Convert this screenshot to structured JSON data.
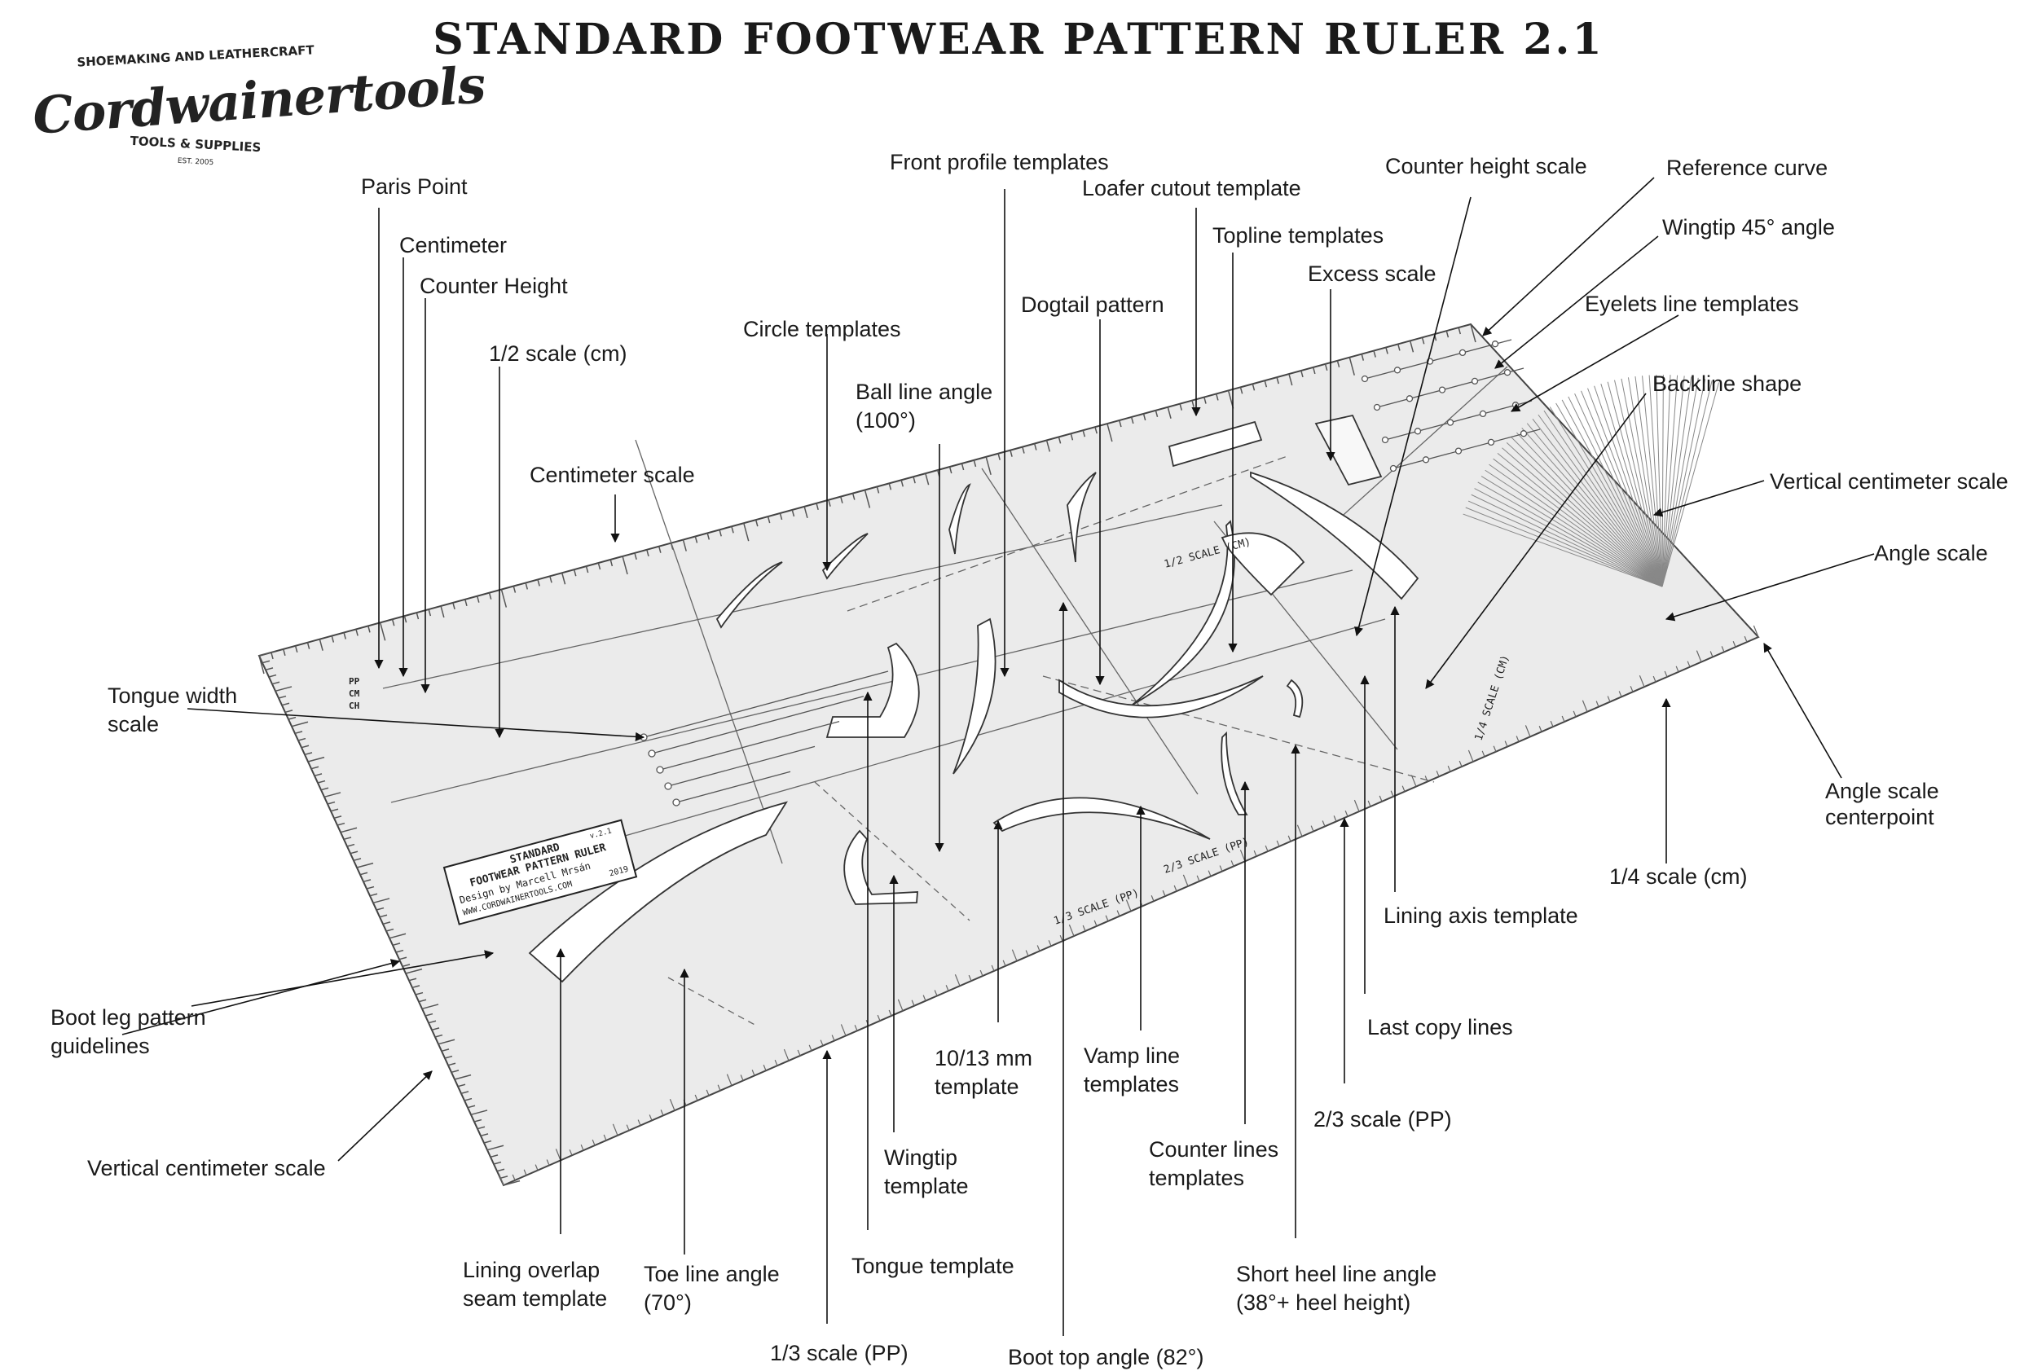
{
  "title": "STANDARD FOOTWEAR PATTERN RULER 2.1",
  "logo": {
    "tagline_top": "SHOEMAKING AND LEATHERCRAFT",
    "brand": "Cordwainertools",
    "tagline_bottom": "TOOLS & SUPPLIES",
    "est": "EST. 2005"
  },
  "ruler_plate": {
    "name_line1": "STANDARD",
    "name_line2": "FOOTWEAR PATTERN RULER",
    "version": "v.2.1",
    "design_credit": "Design by Marcell Mrsán",
    "website": "WWW.CORDWAINERTOOLS.COM",
    "year": "2019",
    "half_scale_label": "1/2 SCALE (CM)",
    "third_scale_label": "1/3 SCALE (PP)",
    "two_third_scale_label": "2/3 SCALE (PP)",
    "quarter_scale_label": "1/4 SCALE (CM)",
    "pp_label": "PP",
    "cm_label": "CM",
    "ch_label": "CH"
  },
  "callouts": {
    "paris_point": "Paris Point",
    "centimeter": "Centimeter",
    "counter_height": "Counter Height",
    "half_scale": "1/2 scale (cm)",
    "centimeter_scale": "Centimeter scale",
    "circle_templates": "Circle templates",
    "ball_line_1": "Ball line angle",
    "ball_line_2": "(100°)",
    "front_profile": "Front profile templates",
    "loafer_cutout": "Loafer cutout template",
    "dogtail": "Dogtail pattern",
    "topline": "Topline templates",
    "excess_scale": "Excess scale",
    "counter_height_scale": "Counter height scale",
    "reference_curve": "Reference curve",
    "wingtip_45": "Wingtip 45° angle",
    "eyelets_line": "Eyelets line templates",
    "backline_shape": "Backline shape",
    "vertical_cm_scale_right": "Vertical centimeter scale",
    "angle_scale": "Angle scale",
    "angle_centerpoint_1": "Angle scale",
    "angle_centerpoint_2": "centerpoint",
    "quarter_scale": "1/4 scale (cm)",
    "lining_axis": "Lining axis template",
    "last_copy": "Last copy lines",
    "two_third_pp": "2/3 scale (PP)",
    "short_heel_1": "Short heel line angle",
    "short_heel_2": "(38°+ heel height)",
    "counter_lines_1": "Counter lines",
    "counter_lines_2": "templates",
    "boot_top": "Boot top angle (82°)",
    "vamp_line_1": "Vamp line",
    "vamp_line_2": "templates",
    "ten_thirteen_1": "10/13 mm",
    "ten_thirteen_2": "template",
    "wingtip_template_1": "Wingtip",
    "wingtip_template_2": "template",
    "tongue_template": "Tongue template",
    "third_pp": "1/3 scale (PP)",
    "toe_line_1": "Toe line angle",
    "toe_line_2": "(70°)",
    "lining_overlap_1": "Lining overlap",
    "lining_overlap_2": "seam template",
    "vertical_cm_scale_left": "Vertical centimeter scale",
    "boot_leg_1": "Boot leg pattern",
    "boot_leg_2": "guidelines",
    "tongue_width_1": "Tongue width",
    "tongue_width_2": "scale"
  }
}
